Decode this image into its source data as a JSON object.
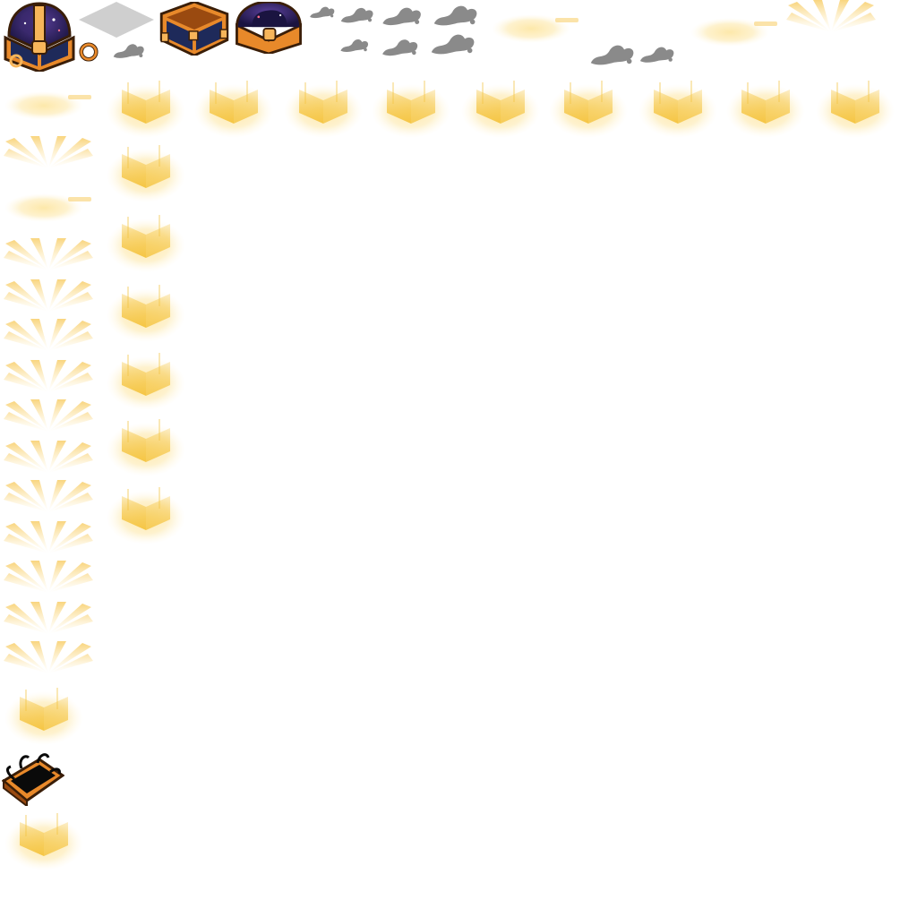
{
  "sheet": {
    "background": "#ffffff",
    "palette": {
      "chest_orange": "#e8892a",
      "chest_light": "#f7b55a",
      "chest_dark": "#9a4a10",
      "chest_outline": "#3a1e08",
      "chest_interior": "#1e2a5a",
      "galaxy_purple": "#3b2a6e",
      "galaxy_dark": "#1a1440",
      "glow_gold": "#f5c542",
      "glow_soft": "#fde7a6",
      "smoke_gray": "#8a8a8a",
      "shadow_gray": "#cfcfcf",
      "portal_black": "#0a0a0a"
    },
    "sprites": {
      "galaxy_chest_closed": {
        "icon": "galaxy-chest-closed"
      },
      "floor_shadow": {
        "icon": "diamond-shadow"
      },
      "gold_ring": {
        "icon": "ring"
      },
      "wooden_chest_open": {
        "icon": "wooden-chest-open"
      },
      "galaxy_chest_half_open": {
        "icon": "galaxy-chest-half-open"
      },
      "smoke_puffs": {
        "icon": "smoke-puff",
        "count": 11
      },
      "light_flares": {
        "icon": "light-flare",
        "count": 4
      },
      "light_rays": {
        "icon": "light-rays",
        "count": 13
      },
      "glow_cubes": {
        "icon": "glow-cube",
        "count": 17
      },
      "portal_chest": {
        "icon": "portal-chest-open"
      }
    }
  }
}
